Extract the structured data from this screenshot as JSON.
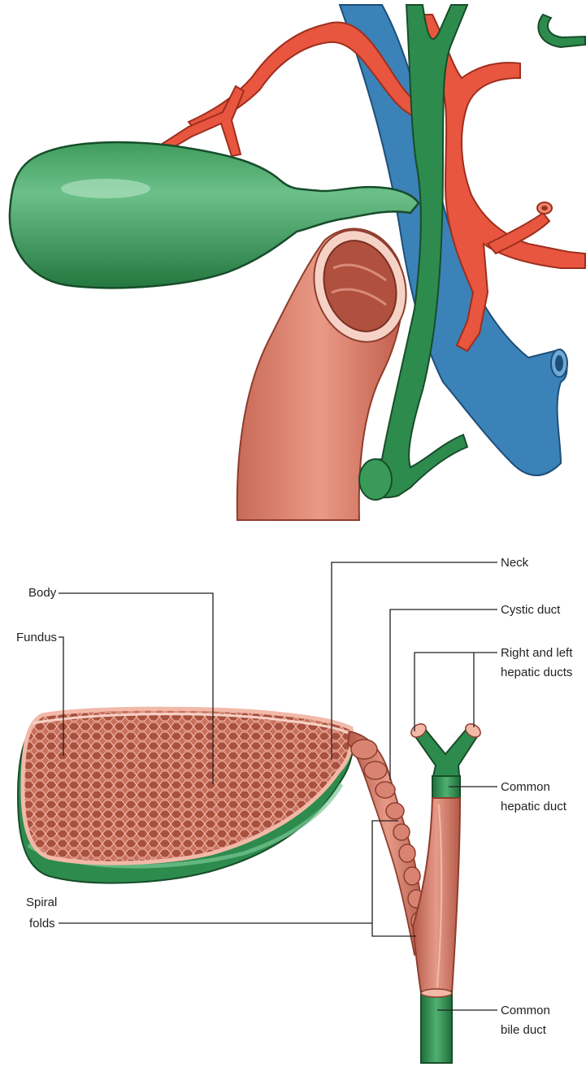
{
  "figure": {
    "colors": {
      "bile_green": "#2e8b4e",
      "bile_green_light": "#4fb070",
      "artery_red": "#e8563f",
      "vein_blue": "#3b82b8",
      "duodenum_pink": "#d9826e",
      "mucosa": "#c9705f",
      "mucosa_light": "#f2b9a8"
    },
    "labels": {
      "neck": "Neck",
      "body": "Body",
      "fundus": "Fundus",
      "cystic_duct": "Cystic duct",
      "hepatic_ducts_1": "Right and left",
      "hepatic_ducts_2": "hepatic ducts",
      "common_hepatic_1": "Common",
      "common_hepatic_2": "hepatic duct",
      "spiral_1": "Spiral",
      "spiral_2": "folds",
      "bile_duct_1": "Common",
      "bile_duct_2": "bile duct"
    }
  }
}
